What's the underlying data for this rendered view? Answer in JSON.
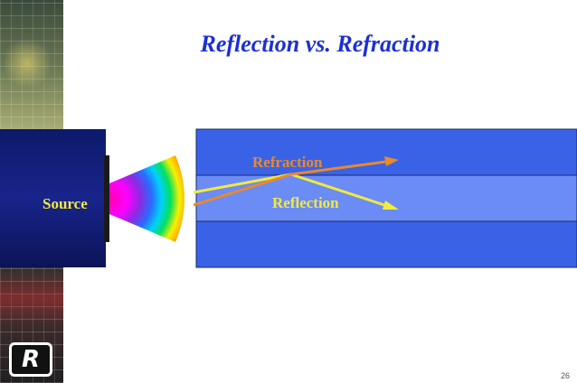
{
  "title": "Reflection vs. Refraction",
  "diagram": {
    "source_label": "Source",
    "refraction_label": "Refraction",
    "reflection_label": "Reflection"
  },
  "logo_text": "R",
  "page_number": "26",
  "colors": {
    "title": "#1c2fd6",
    "source_box": "#18248a",
    "medium_dark": "#3a62e6",
    "medium_light": "#6b8cf5",
    "refraction": "#e8892e",
    "reflection": "#f2ea3c"
  }
}
